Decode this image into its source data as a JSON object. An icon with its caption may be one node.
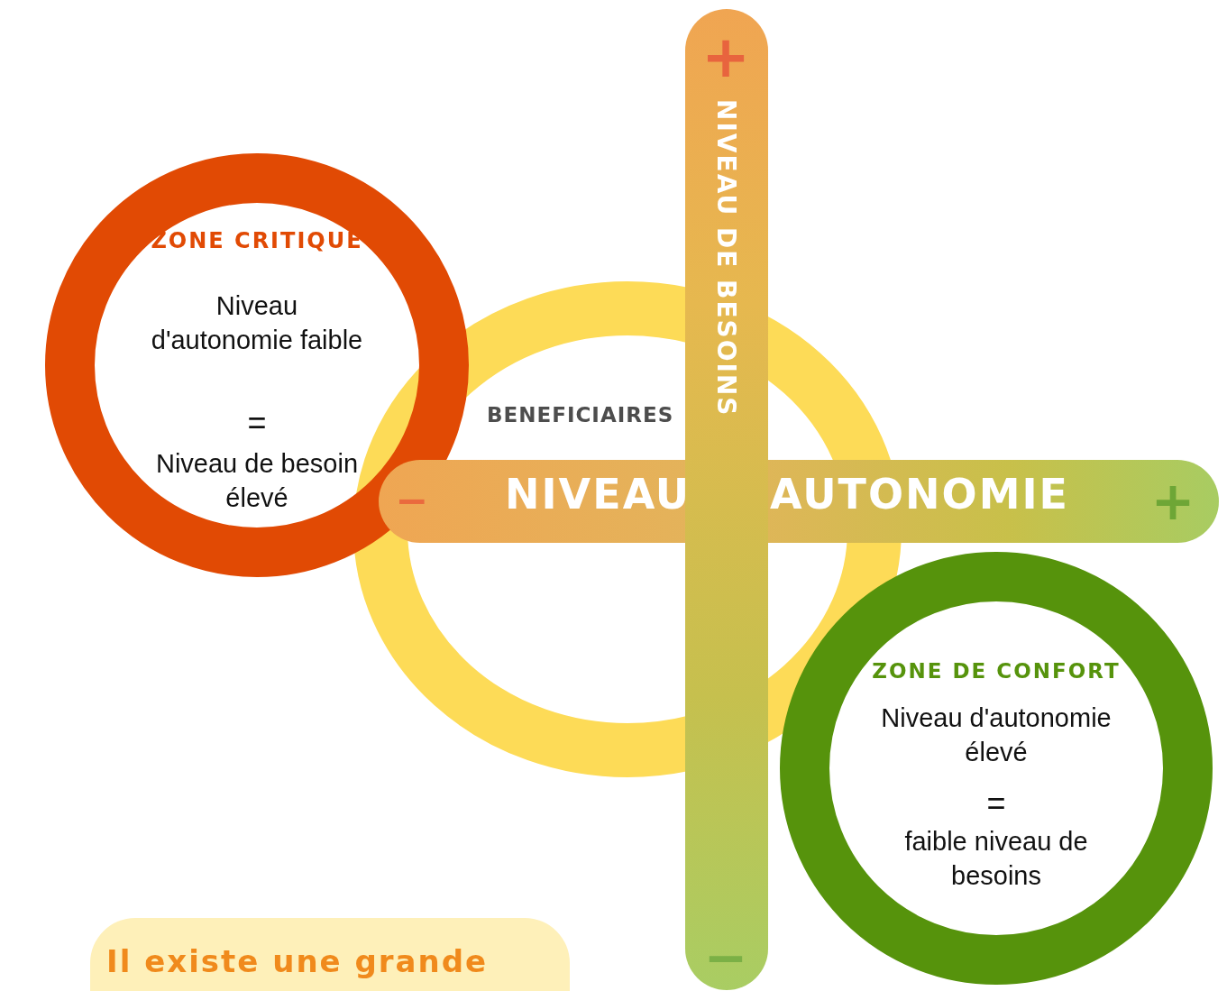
{
  "diagram": {
    "nodes": [
      {
        "text": [
          "ZONE CRITIQUE",
          "Niveau d'autonomie faible",
          "=",
          "Niveau de besoin élevé"
        ]
      },
      {
        "text": [
          "+",
          "NIVEAU DE BESOINS",
          "−"
        ]
      },
      {
        "text": [
          "−",
          "NIVEAU",
          "AUTONOMIE",
          "+"
        ]
      },
      {
        "text": [],
        "shape": "circle"
      },
      {
        "text": [
          "ZONE DE CONFORT",
          "Niveau d'autonomie élevé",
          "=",
          "faible niveau de besoins"
        ]
      },
      {
        "text": [
          "Il existe une grande"
        ]
      }
    ],
    "edges": [],
    "labels": [
      "BENEFICIAIRES"
    ]
  }
}
